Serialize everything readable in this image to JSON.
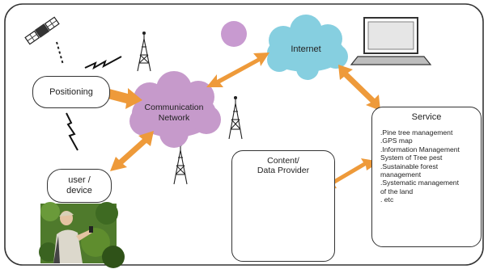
{
  "nodes": {
    "positioning": {
      "label": "Positioning"
    },
    "user_device": {
      "label_line1": "user /",
      "label_line2": "device"
    },
    "communication_network": {
      "label_line1": "Communication",
      "label_line2": "Network"
    },
    "internet": {
      "label": "Internet"
    },
    "service": {
      "title": "Service",
      "items": [
        ".Pine tree management",
        ".GPS map",
        ".Information Management",
        "System of Tree pest",
        ".Sustainable forest",
        "management",
        ".Systematic management",
        "of the land",
        ". etc"
      ]
    },
    "content_provider": {
      "label_line1": "Content/",
      "label_line2": "Data Provider"
    }
  },
  "colors": {
    "arrow": "#ee9a3a",
    "cloud_network": "#c69acb",
    "cloud_internet": "#86cfe0",
    "purple_dot": "#c89ad0",
    "database": "#f2c32a",
    "plane_circle": "#2a9fd6",
    "tree": "#2f8b3f",
    "documents": "#f2c32a",
    "outline": "#333333"
  },
  "icons": [
    "satellite-icon",
    "radio-tower-icon",
    "lightning-icon",
    "laptop-icon",
    "database-icon",
    "airplane-icon",
    "tree-icon",
    "documents-icon",
    "person-photo"
  ]
}
